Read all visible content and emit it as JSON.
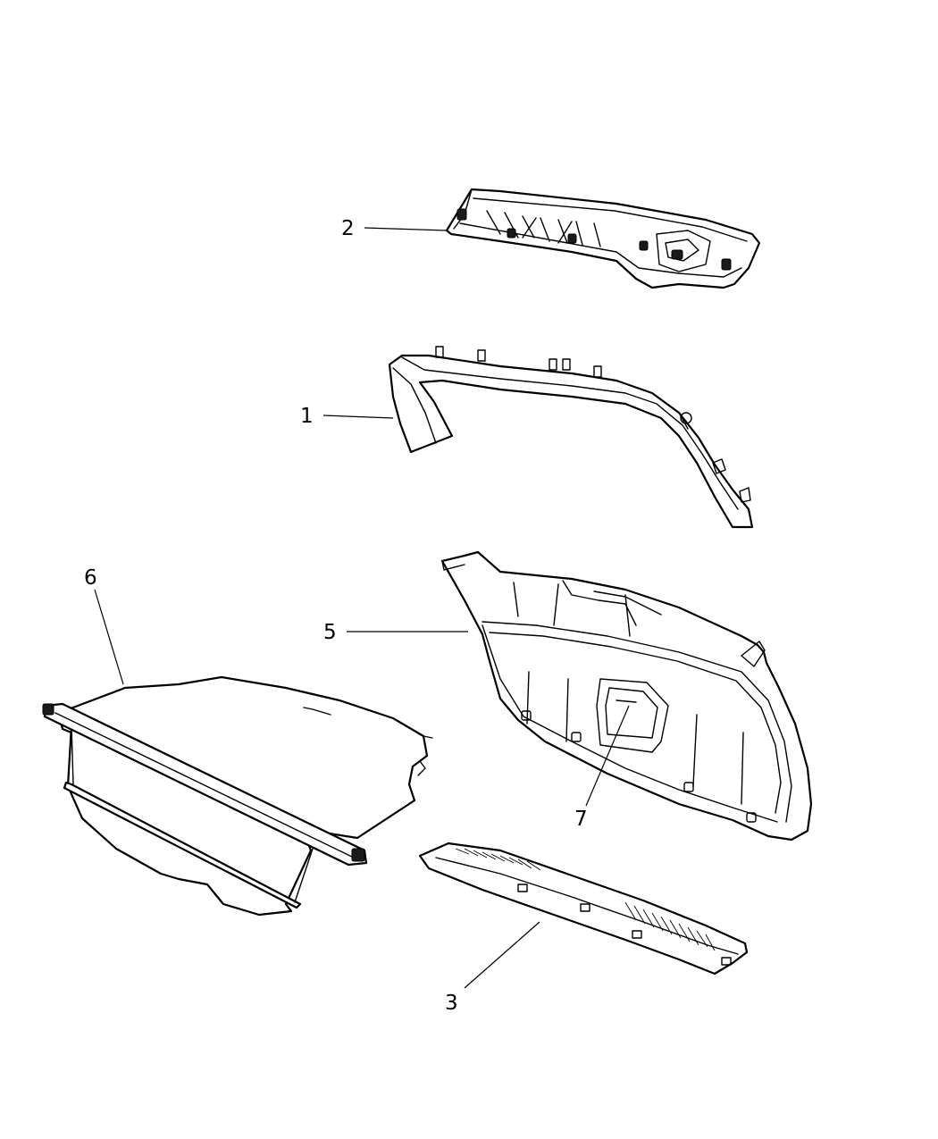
{
  "callouts": {
    "part_1": "1",
    "part_2": "2",
    "part_3": "3",
    "part_5": "5",
    "part_6": "6",
    "part_7": "7"
  },
  "colors": {
    "line": "#000000",
    "background": "#ffffff"
  }
}
